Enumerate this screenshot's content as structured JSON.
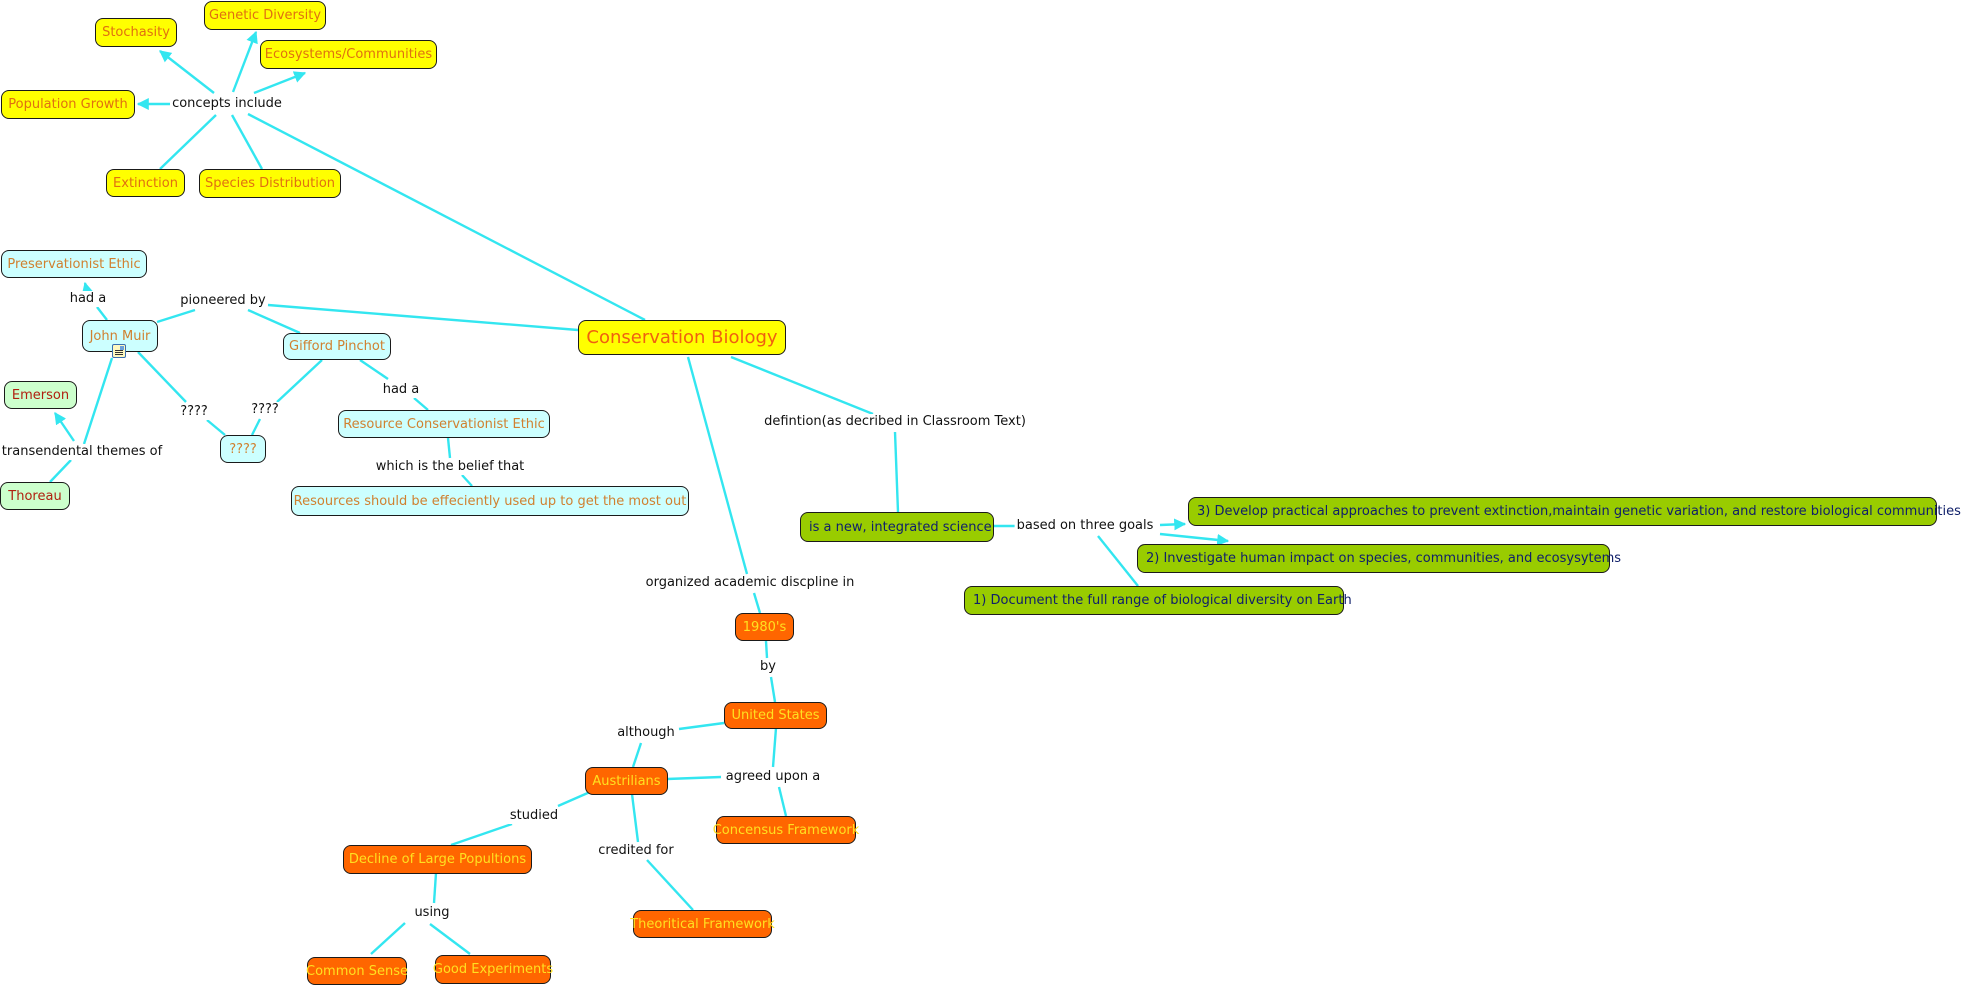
{
  "colors": {
    "edge": "#33e6f0",
    "yellow_node": "#ffff00",
    "cyan_node": "#ccffff",
    "green_node": "#ccffcc",
    "lime_node": "#99cc00",
    "orange_node": "#ff6600"
  },
  "concepts": {
    "conservation_biology": "Conservation Biology",
    "stochasity": "Stochasity",
    "genetic_diversity": "Genetic Diversity",
    "ecosystems": "Ecosystems/Communities",
    "population_growth": "Population Growth",
    "extinction": "Extinction",
    "species_distribution": "Species Distribution",
    "preservationist_ethic": "Preservationist Ethic",
    "john_muir": "John Muir",
    "gifford_pinchot": "Gifford Pinchot",
    "emerson": "Emerson",
    "unknown": "????",
    "thoreau": "Thoreau",
    "resource_ethic": "Resource Conservationist Ethic",
    "resources_belief": "Resources should be effeciently used up to get the most out",
    "integrated_science": "is a new, integrated science",
    "goal3": "3) Develop practical approaches to prevent extinction,maintain genetic variation, and restore biological communities",
    "goal2": "2) Investigate human impact on species, communities, and ecosysytems",
    "goal1": "1) Document the full range of biological diversity on Earth",
    "eighties": "1980's",
    "united_states": "United States",
    "austrilians": "Austrilians",
    "concensus": "Concensus Framework",
    "decline": "Decline of Large Popultions",
    "theoritical": "Theoritical Framework",
    "common_sense": "Common Sense",
    "good_experiments": "Good Experiments"
  },
  "links": {
    "concepts_include": "concepts include",
    "had_a_muir": "had a",
    "pioneered_by": "pioneered by",
    "q_left": "????",
    "q_right": "????",
    "transendental": "transendental themes of",
    "had_a_pinchot": "had a",
    "belief": "which is the belief that",
    "definition": "defintion(as decribed in Classroom Text)",
    "three_goals": "based on three goals",
    "organized": "organized academic discpline in",
    "by": "by",
    "although": "although",
    "agreed": "agreed upon a",
    "studied": "studied",
    "credited": "credited for",
    "using": "using"
  }
}
